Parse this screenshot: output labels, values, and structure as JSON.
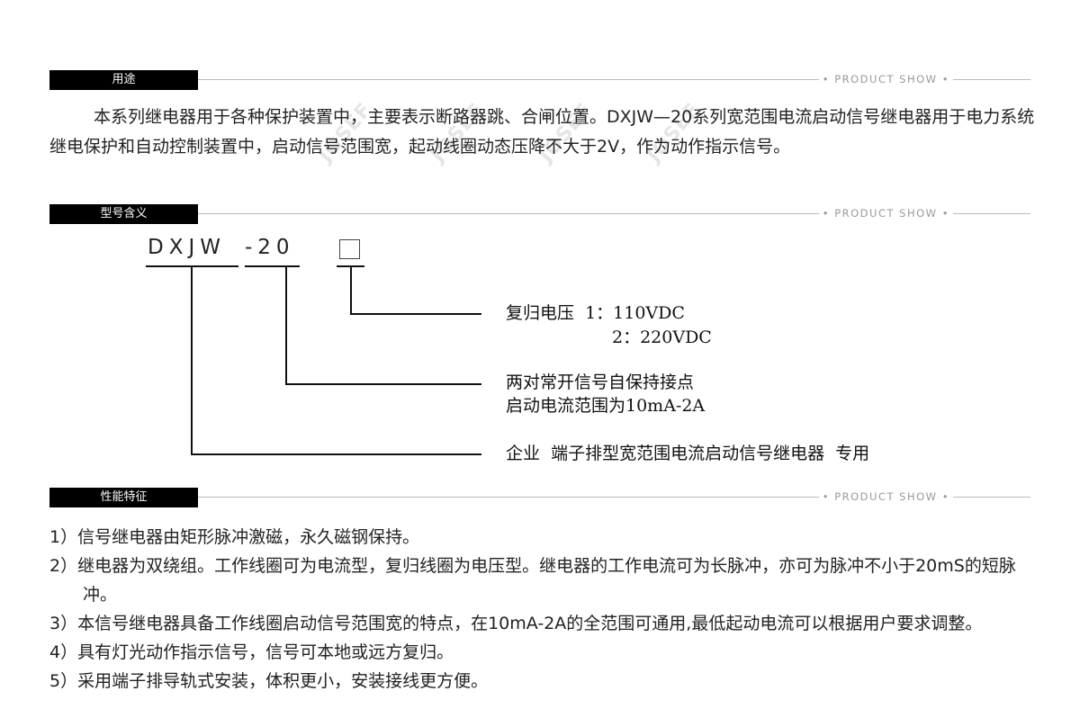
{
  "section_tag_suffix": "PRODUCT SHOW",
  "watermark": "JOSEF约瑟",
  "sections": {
    "usage": {
      "title": "用途",
      "paragraph": "本系列继电器用于各种保护装置中，主要表示断路器跳、合闸位置。DXJW—20系列宽范围电流启动信号继电器用于电力系统继电保护和自动控制装置中，启动信号范围宽，起动线圈动态压降不大于2V，作为动作指示信号。"
    },
    "model": {
      "title": "型号含义",
      "code_prefix": "DXJW",
      "code_suffix": "-20",
      "labels": {
        "reset_voltage": "复归电压  1：110VDC",
        "reset_voltage_2": "2：220VDC",
        "contacts": "两对常开信号自保持接点",
        "range": "启动电流范围为10mA-2A",
        "enterprise": "企业  端子排型宽范围电流启动信号继电器  专用"
      }
    },
    "features": {
      "title": "性能特征",
      "items": [
        "1）信号继电器由矩形脉冲激磁，永久磁钢保持。",
        "2）继电器为双绕组。工作线圈可为电流型，复归线圈为电压型。继电器的工作电流可为长脉冲，亦可为脉冲不小于20mS的短脉冲。",
        "3）本信号继电器具备工作线圈启动信号范围宽的特点，在10mA-2A的全范围可通用,最低起动电流可以根据用户要求调整。",
        "4）具有灯光动作指示信号，信号可本地或远方复归。",
        "5）采用端子排导轨式安装，体积更小，安装接线更方便。"
      ]
    }
  }
}
